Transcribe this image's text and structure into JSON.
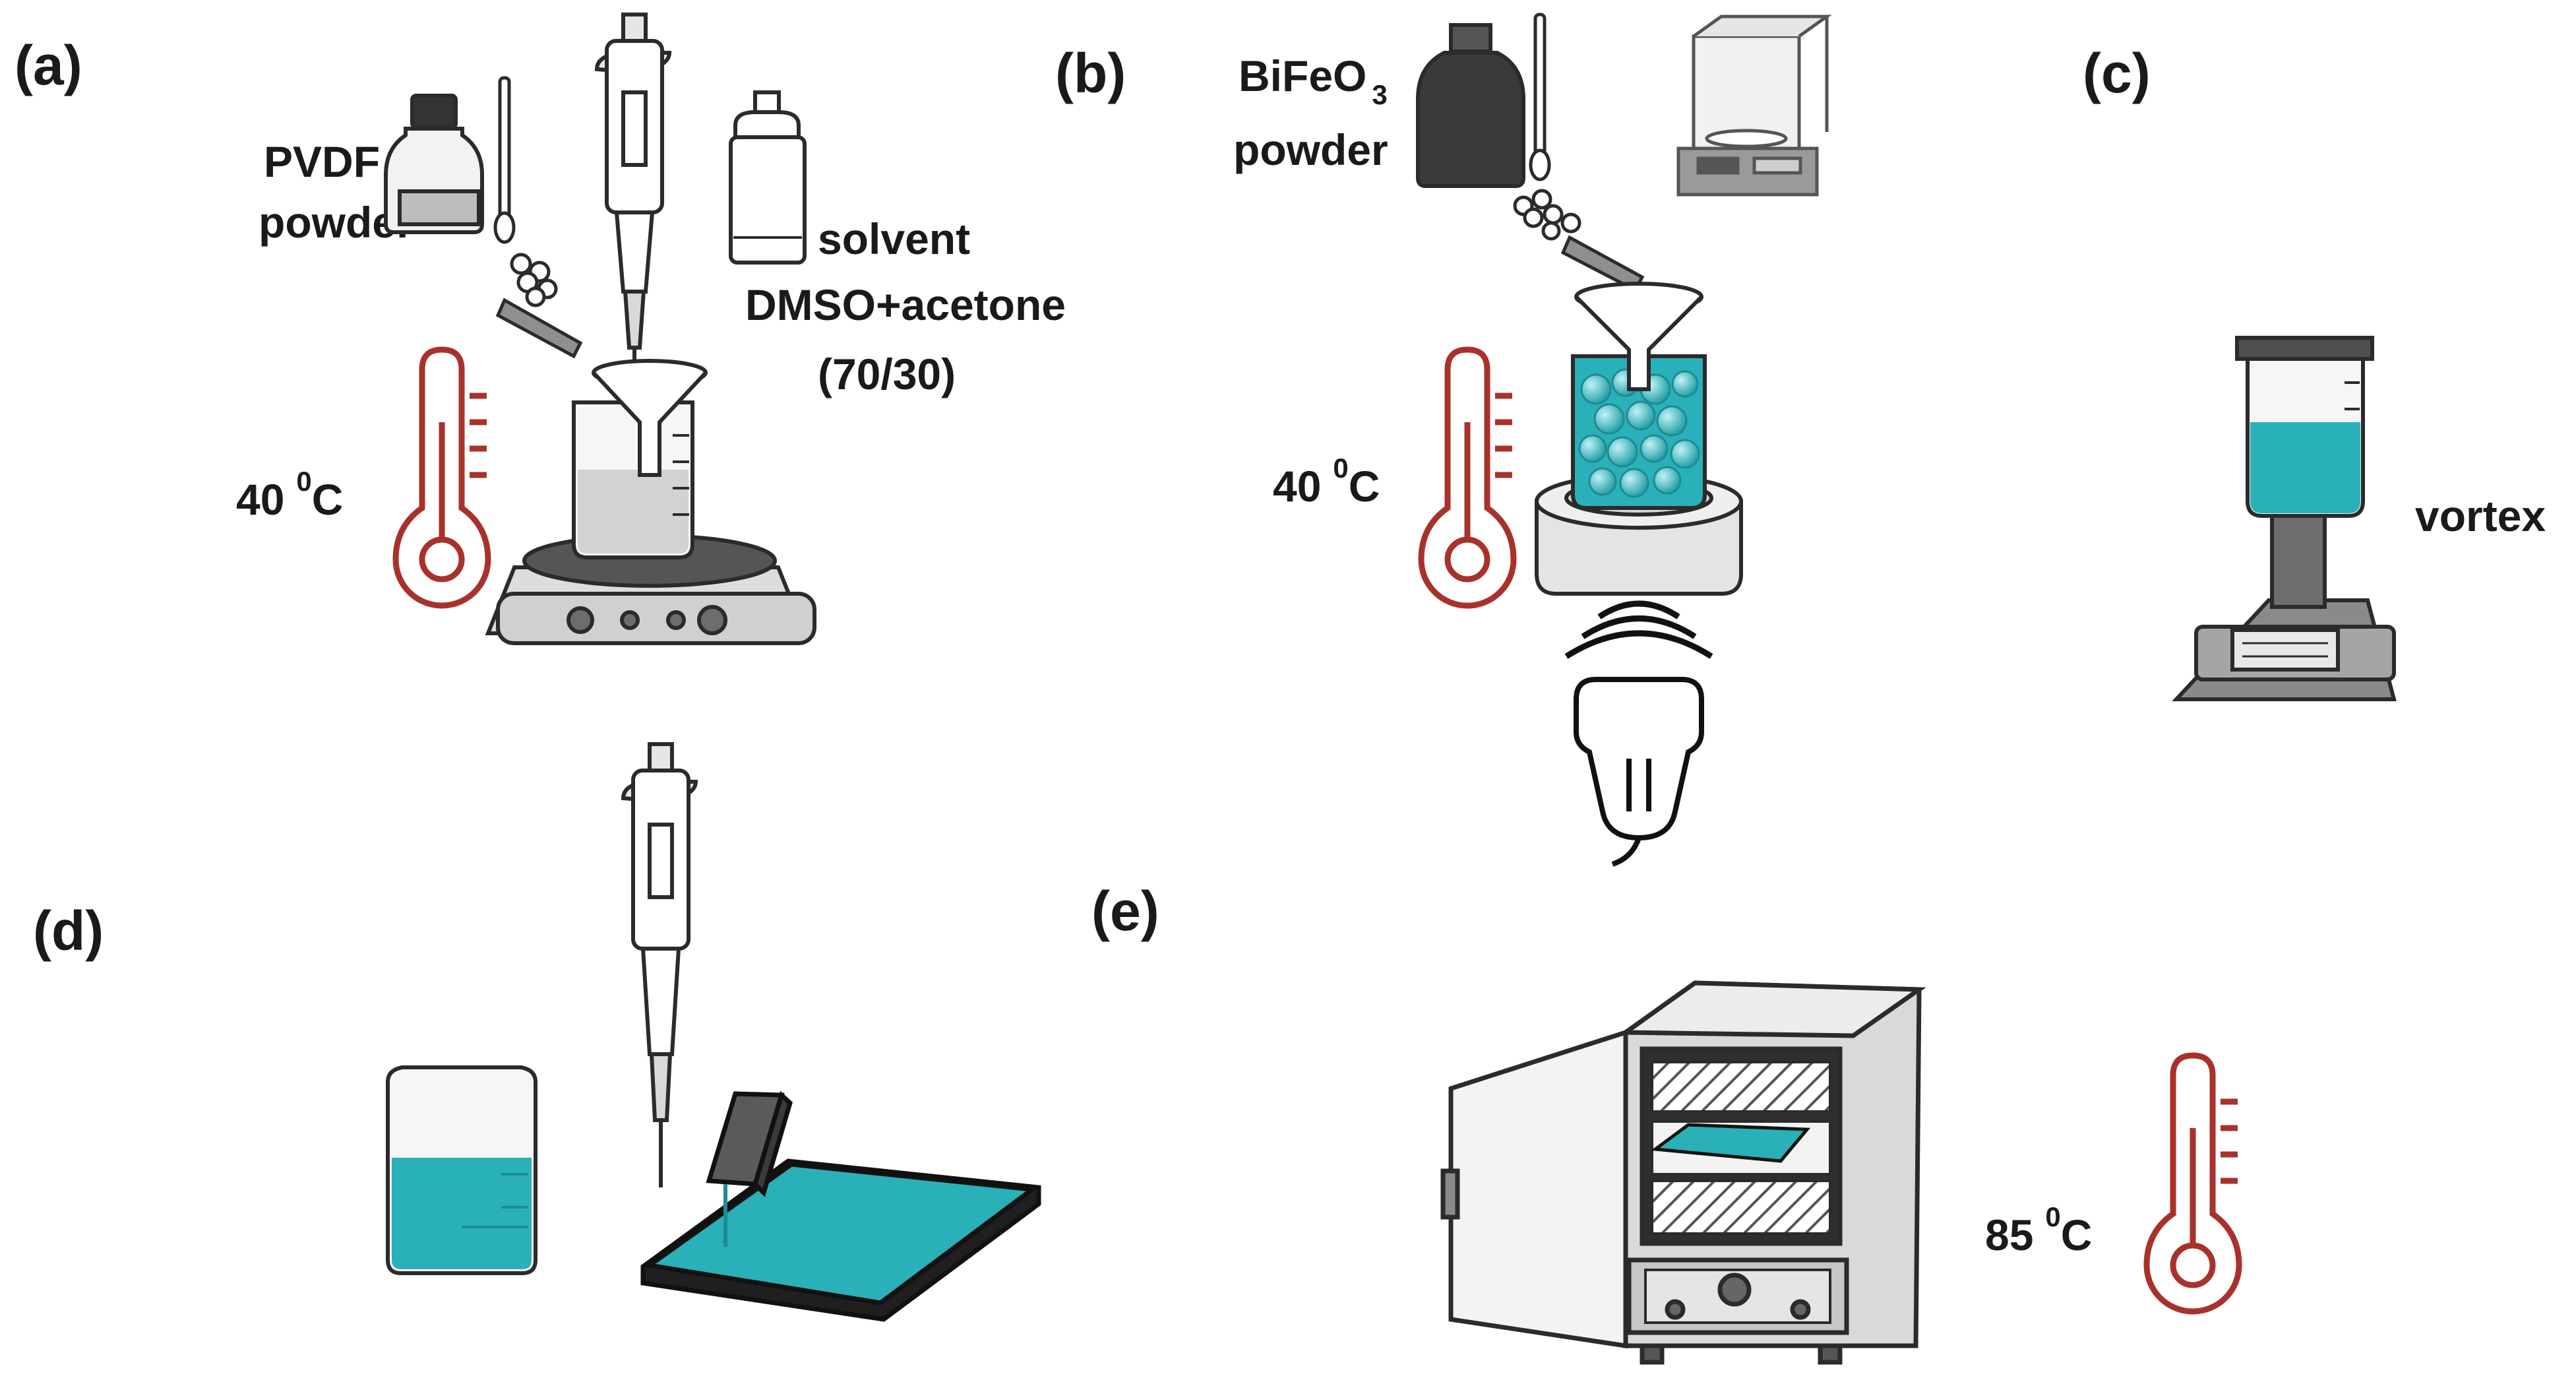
{
  "panels": {
    "a": {
      "label": "(a)",
      "powder": [
        "PVDF",
        "powder"
      ],
      "solvent": [
        "solvent",
        "DMSO+acetone",
        "(70/30)"
      ],
      "temp_value": "40",
      "temp_sup": "0",
      "temp_unit": "C"
    },
    "b": {
      "label": "(b)",
      "compound": "BiFeO",
      "compound_sub": "3",
      "powder_word": "powder",
      "temp_value": "40",
      "temp_sup": "0",
      "temp_unit": "C"
    },
    "c": {
      "label": "(c)",
      "vortex": "vortex"
    },
    "d": {
      "label": "(d)"
    },
    "e": {
      "label": "(e)",
      "temp_value": "85",
      "temp_sup": "0",
      "temp_unit": "C"
    }
  },
  "colors": {
    "teal": "#2ab0b8",
    "teal_dark": "#1c8c93",
    "thermo_red": "#a8322b",
    "outline": "#2b2b2b",
    "gray": "#c9c9c9",
    "gray_dark": "#6d6d6d"
  }
}
